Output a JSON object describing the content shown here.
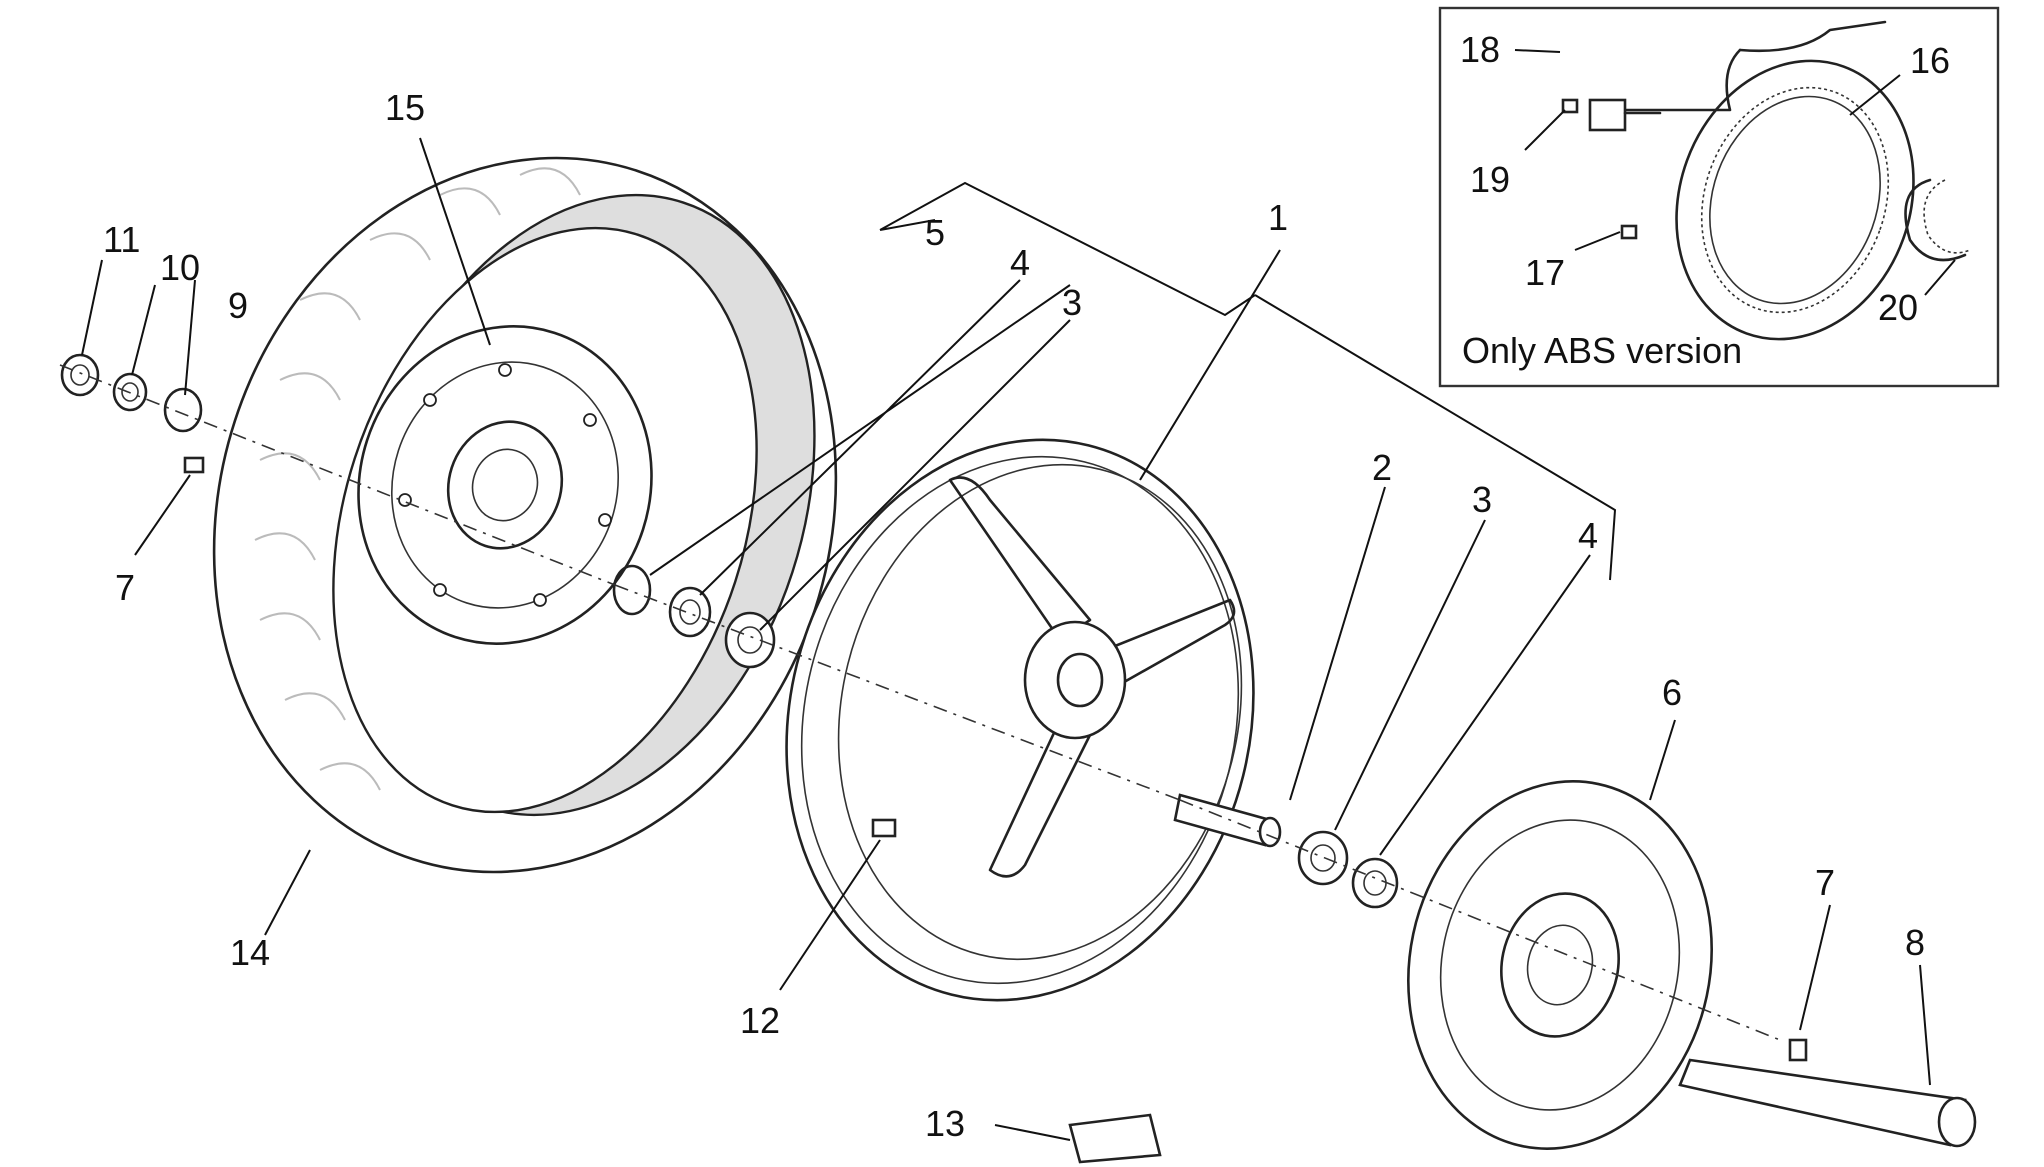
{
  "inset": {
    "caption": "Only ABS version"
  },
  "callouts": [
    {
      "id": "c1",
      "text": "1"
    },
    {
      "id": "c2",
      "text": "2"
    },
    {
      "id": "c3a",
      "text": "3"
    },
    {
      "id": "c3b",
      "text": "3"
    },
    {
      "id": "c4a",
      "text": "4"
    },
    {
      "id": "c4b",
      "text": "4"
    },
    {
      "id": "c5",
      "text": "5"
    },
    {
      "id": "c6",
      "text": "6"
    },
    {
      "id": "c7a",
      "text": "7"
    },
    {
      "id": "c7b",
      "text": "7"
    },
    {
      "id": "c8",
      "text": "8"
    },
    {
      "id": "c9",
      "text": "9"
    },
    {
      "id": "c10",
      "text": "10"
    },
    {
      "id": "c11",
      "text": "11"
    },
    {
      "id": "c12",
      "text": "12"
    },
    {
      "id": "c13",
      "text": "13"
    },
    {
      "id": "c14",
      "text": "14"
    },
    {
      "id": "c15",
      "text": "15"
    },
    {
      "id": "c16",
      "text": "16"
    },
    {
      "id": "c17",
      "text": "17"
    },
    {
      "id": "c18",
      "text": "18"
    },
    {
      "id": "c19",
      "text": "19"
    },
    {
      "id": "c20",
      "text": "20"
    }
  ],
  "colors": {
    "line": "#222222",
    "background": "#ffffff",
    "tire_band": "#dddddd"
  }
}
